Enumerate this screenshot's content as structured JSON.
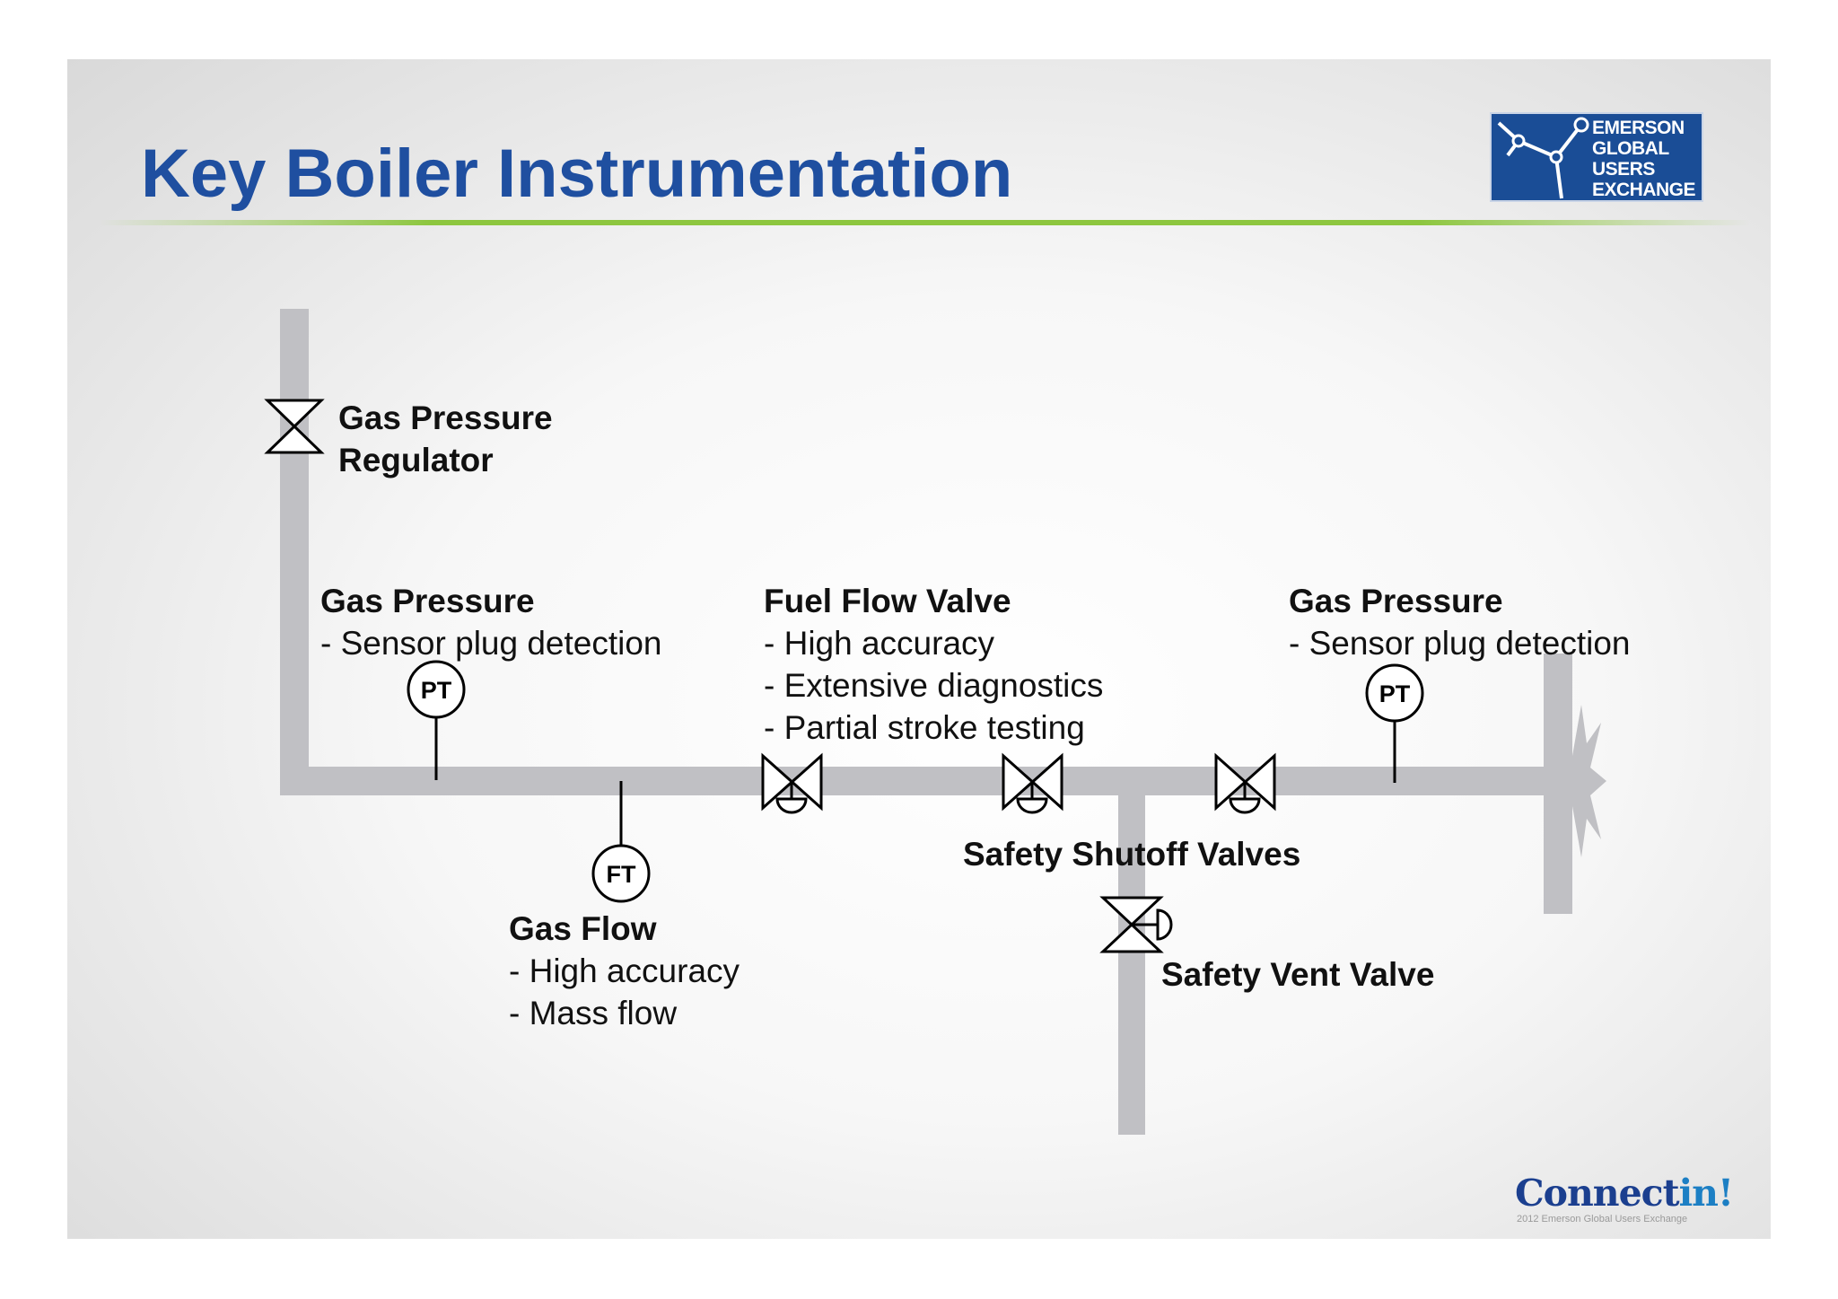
{
  "slide": {
    "title": "Key Boiler Instrumentation"
  },
  "logo": {
    "lines": [
      "EMERSON",
      "GLOBAL",
      "USERS",
      "EXCHANGE"
    ]
  },
  "labels": {
    "regulator": {
      "heading_line1": "Gas Pressure",
      "heading_line2": "Regulator"
    },
    "gas_pressure_left": {
      "heading": "Gas Pressure",
      "items": [
        "- Sensor plug detection"
      ]
    },
    "fuel_flow_valve": {
      "heading": "Fuel Flow Valve",
      "items": [
        "- High accuracy",
        "- Extensive diagnostics",
        "- Partial stroke testing"
      ]
    },
    "gas_pressure_right": {
      "heading": "Gas Pressure",
      "items": [
        "- Sensor plug detection"
      ]
    },
    "safety_shutoff": {
      "heading": "Safety Shutoff Valves"
    },
    "safety_vent": {
      "heading": "Safety Vent Valve"
    },
    "gas_flow": {
      "heading": "Gas Flow",
      "items": [
        "- High accuracy",
        "- Mass flow"
      ]
    }
  },
  "instruments": {
    "pt_left": "PT",
    "pt_right": "PT",
    "ft": "FT"
  },
  "footer": {
    "brand_main": "Connect",
    "brand_accent": "in!",
    "copyright": "2012 Emerson Global Users Exchange"
  },
  "colors": {
    "title": "#1f4fa0",
    "accent_rule": "#8dc63f",
    "pipe": "#c0c0c4",
    "logo_bg": "#1a4d96"
  }
}
